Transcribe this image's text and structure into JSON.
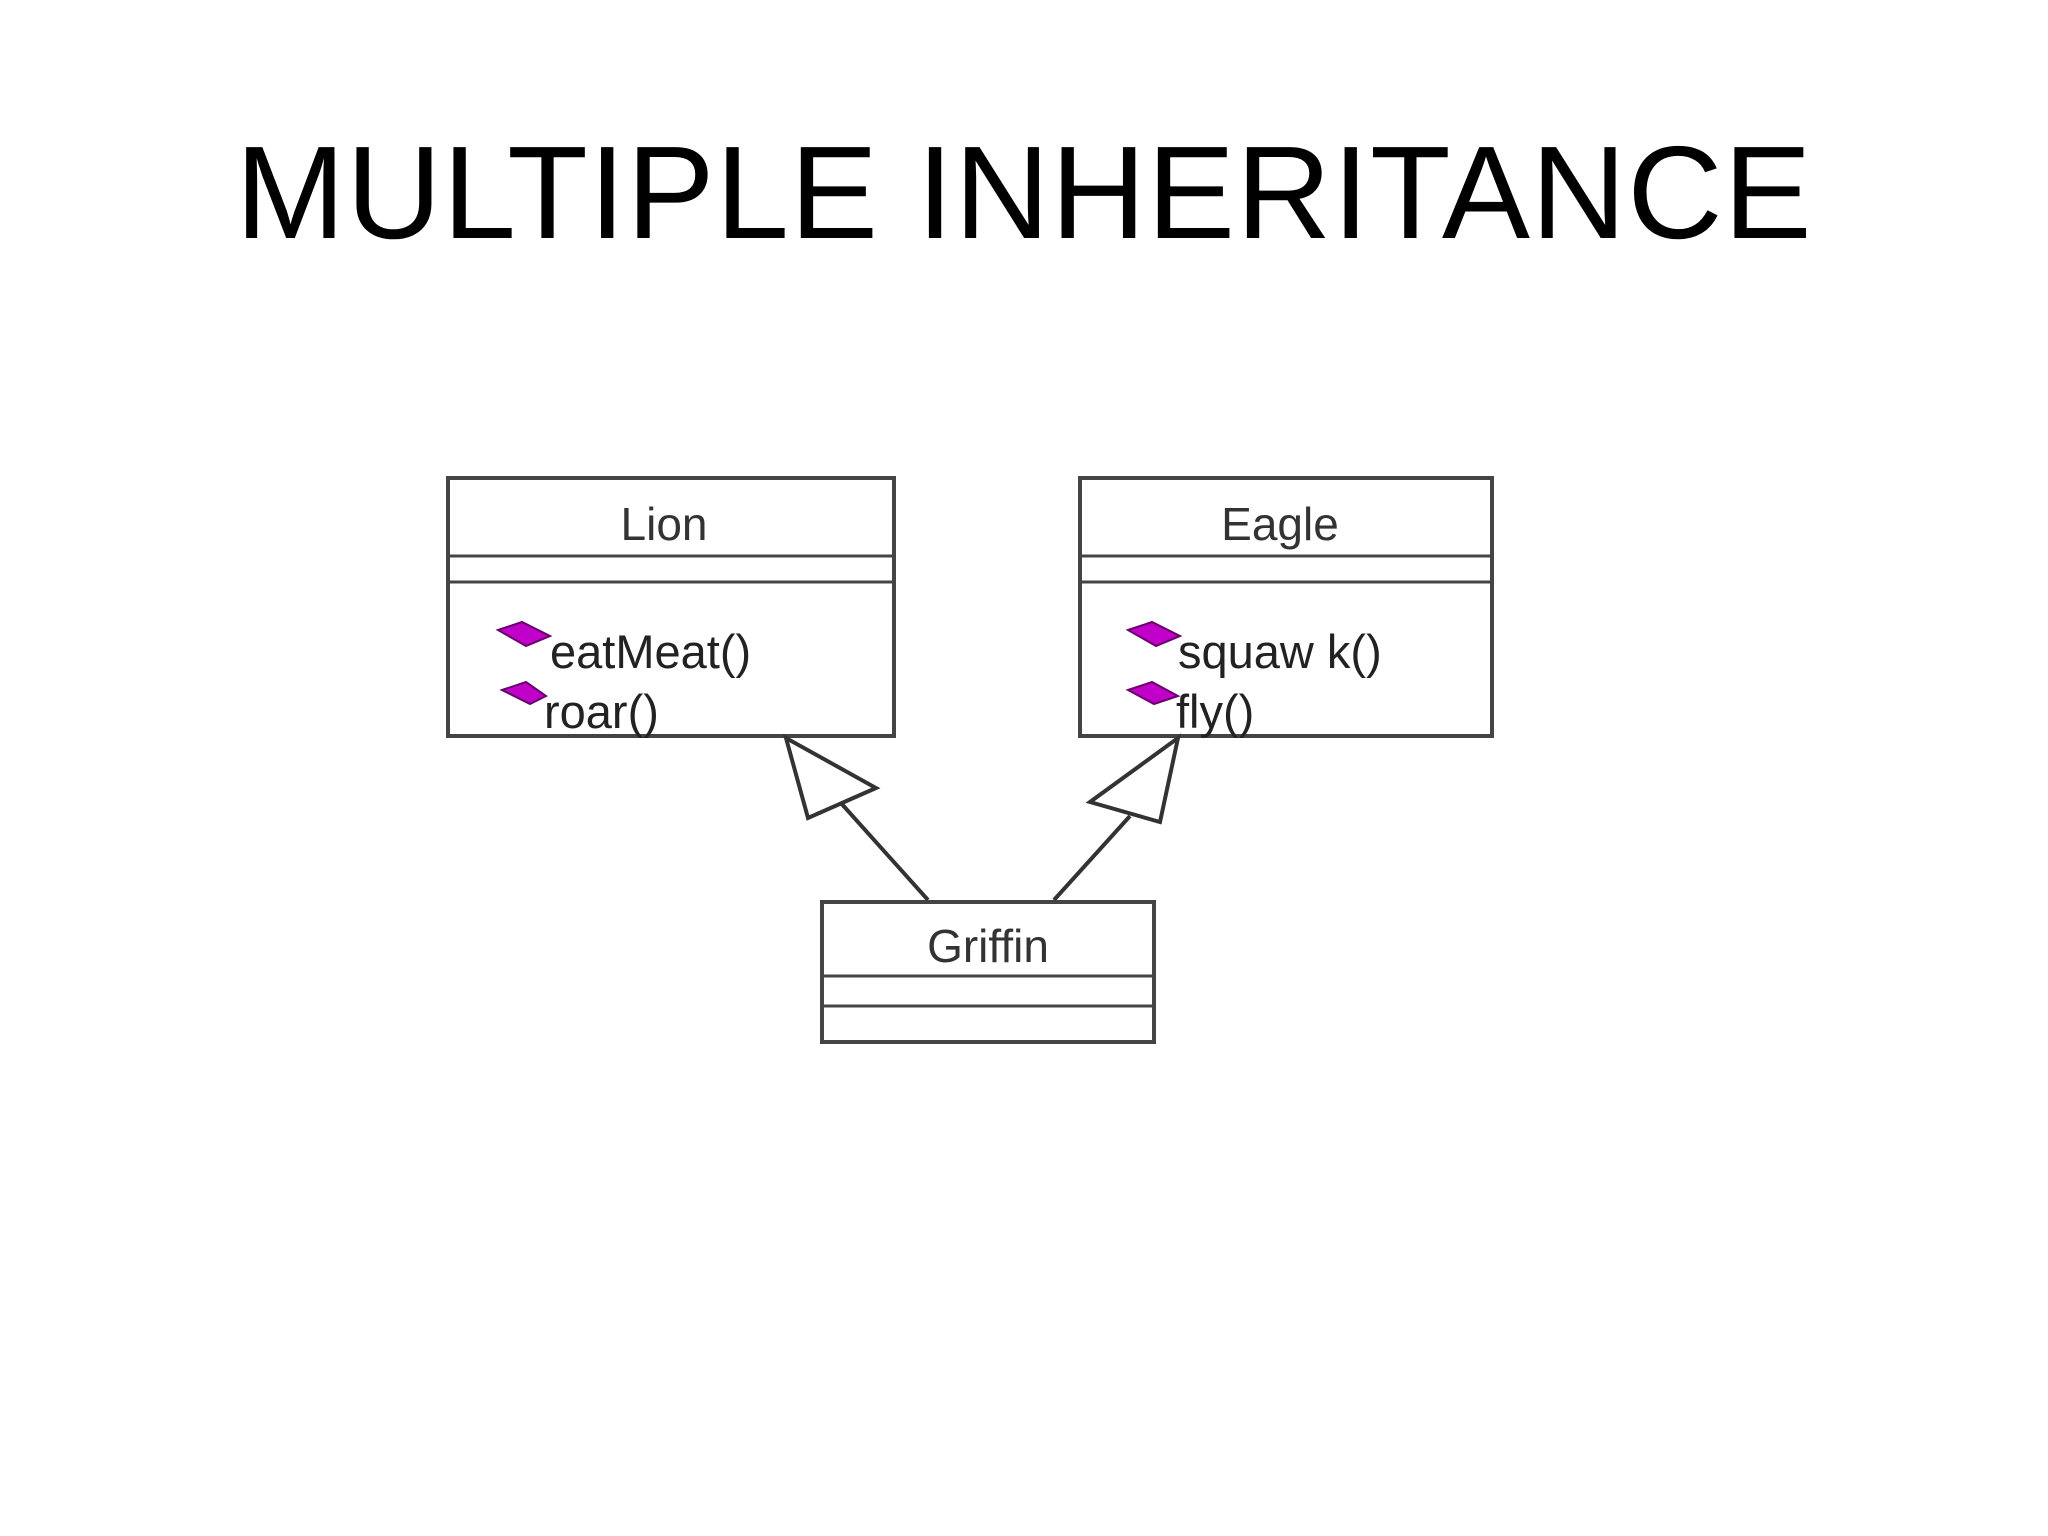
{
  "slide": {
    "title": "MULTIPLE INHERITANCE"
  },
  "colors": {
    "method_icon": "#c000c8",
    "box_stroke": "#444444",
    "background": "#ffffff"
  },
  "diagram": {
    "classes": {
      "lion": {
        "name": "Lion",
        "methods": [
          "eatMeat()",
          "roar()"
        ]
      },
      "eagle": {
        "name": "Eagle",
        "methods": [
          "squaw k()",
          "fly()"
        ]
      },
      "griffin": {
        "name": "Griffin",
        "methods": []
      }
    },
    "relations": [
      {
        "from": "Griffin",
        "to": "Lion",
        "type": "generalization"
      },
      {
        "from": "Griffin",
        "to": "Eagle",
        "type": "generalization"
      }
    ],
    "icons": {
      "method": "method-diamond-icon"
    }
  }
}
